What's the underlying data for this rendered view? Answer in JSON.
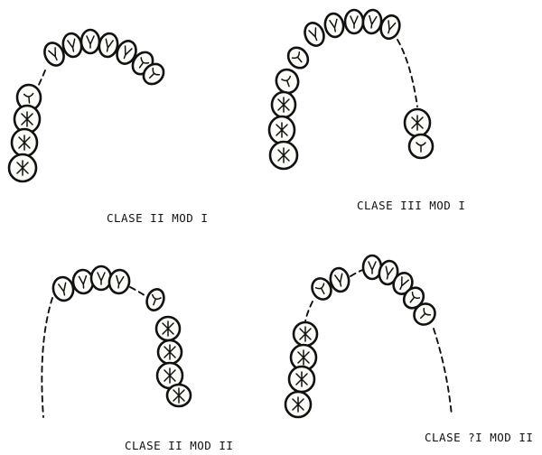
{
  "figure": {
    "captions": [
      {
        "id": "top-left",
        "text": "CLASE II MOD I"
      },
      {
        "id": "top-right",
        "text": "CLASE III MOD  I"
      },
      {
        "id": "bottom-left",
        "text": "CLASE II MOD II"
      },
      {
        "id": "bottom-right",
        "text": "CLASE ?I MOD II"
      }
    ],
    "colors": {
      "ink": "#111111",
      "paper": "#ffffff"
    }
  }
}
